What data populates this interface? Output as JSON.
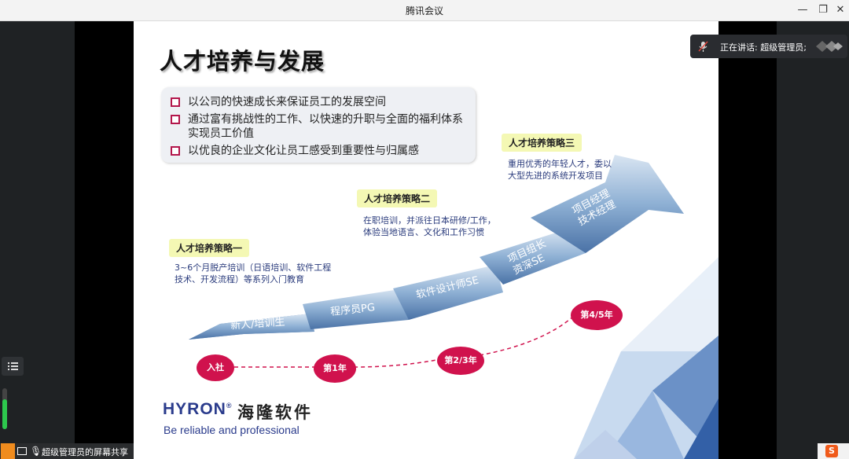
{
  "window": {
    "title": "腾讯会议"
  },
  "speaker": {
    "label": "正在讲话: 超级管理员;"
  },
  "share_bar": {
    "label": "超级管理员的屏幕共享"
  },
  "slide": {
    "title": "人才培养与发展",
    "bullets": [
      "以公司的快速成长来保证员工的发展空间",
      "通过富有挑战性的工作、以快速的升职与全面的福利体系实现员工价值",
      "以优良的企业文化让员工感受到重要性与归属感"
    ],
    "strategies": [
      {
        "tag": "人才培养策略一",
        "desc_line1": "3~6个月脱产培训（日语培训、软件工程",
        "desc_line2": "技术、开发流程）等系列入门教育"
      },
      {
        "tag": "人才培养策略二",
        "desc_line1": "在职培训，并派往日本研修/工作，",
        "desc_line2": "体验当地语言、文化和工作习惯"
      },
      {
        "tag": "人才培养策略三",
        "desc_line1": "重用优秀的年轻人才，委以",
        "desc_line2": "大型先进的系统开发项目"
      }
    ],
    "arrow_labels": {
      "s1": "新人/培训生",
      "s2": "程序员PG",
      "s3": "软件设计师SE",
      "s4a": "项目组长",
      "s4b": "资深SE",
      "s5a": "项目经理",
      "s5b": "技术经理"
    },
    "timeline": [
      "入社",
      "第1年",
      "第2/3年",
      "第4/5年"
    ],
    "logo": {
      "en": "HYRON",
      "cn": "海隆软件",
      "tagline": "Be reliable and professional"
    },
    "colors": {
      "accent": "#d0124d",
      "arrow": "#5b86b8",
      "brand": "#2a3b8c"
    }
  }
}
